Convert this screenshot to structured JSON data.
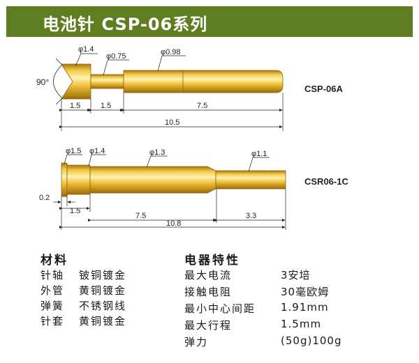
{
  "header": {
    "title": "电池针 CSP-06系列"
  },
  "drawing_a": {
    "model": "CSP-06A",
    "angle": "90°",
    "diameters": [
      "φ1.4",
      "φ0.75",
      "φ0.98"
    ],
    "lengths": [
      "1.5",
      "1.5",
      "7.5"
    ],
    "total_length": "10.5"
  },
  "drawing_b": {
    "model": "CSR06-1C",
    "diameters": [
      "φ1.5",
      "φ1.4",
      "φ1.3",
      "φ1.1"
    ],
    "offset": "0.2",
    "lengths": [
      "1.5",
      "7.5",
      "3.3"
    ],
    "total_length": "10.8"
  },
  "materials": {
    "title": "材料",
    "rows": [
      {
        "name": "针轴",
        "value": "铍铜镀金"
      },
      {
        "name": "外管",
        "value": "黄铜镀金"
      },
      {
        "name": "弹簧",
        "value": "不锈钢线"
      },
      {
        "name": "针套",
        "value": "黄铜镀金"
      }
    ]
  },
  "electrical": {
    "title": "电器特性",
    "rows": [
      {
        "name": "最大电流",
        "value": "3安培"
      },
      {
        "name": "接触电阻",
        "value": "30毫欧姆"
      },
      {
        "name": "最小中心间距",
        "value": "1.91mm"
      },
      {
        "name": "最大行程",
        "value": "1.5mm"
      },
      {
        "name": "弹力",
        "value": "(50g)100g"
      }
    ]
  },
  "colors": {
    "banner": "#5f7e22",
    "gold_light": "#fbe38a",
    "gold_dark": "#b88a12"
  }
}
